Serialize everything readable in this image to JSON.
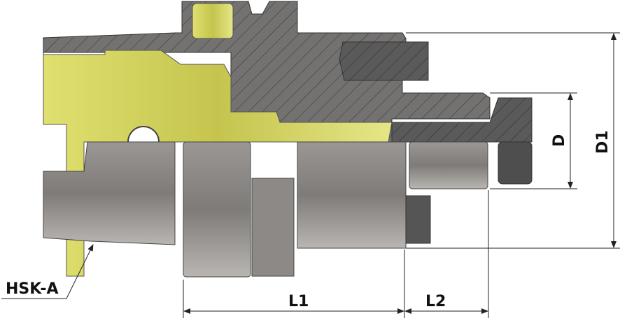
{
  "title": "HSK-A tool holder cross-section",
  "labels": {
    "interface": "HSK-A",
    "length_1": "L1",
    "length_2": "L2",
    "bore_diameter": "D",
    "outer_diameter": "D1"
  },
  "colors": {
    "section_hatch": "#6e6c6a",
    "body_metal": "#a29f9b",
    "brass_insert": "#c9c95a",
    "dark_part": "#555555"
  }
}
